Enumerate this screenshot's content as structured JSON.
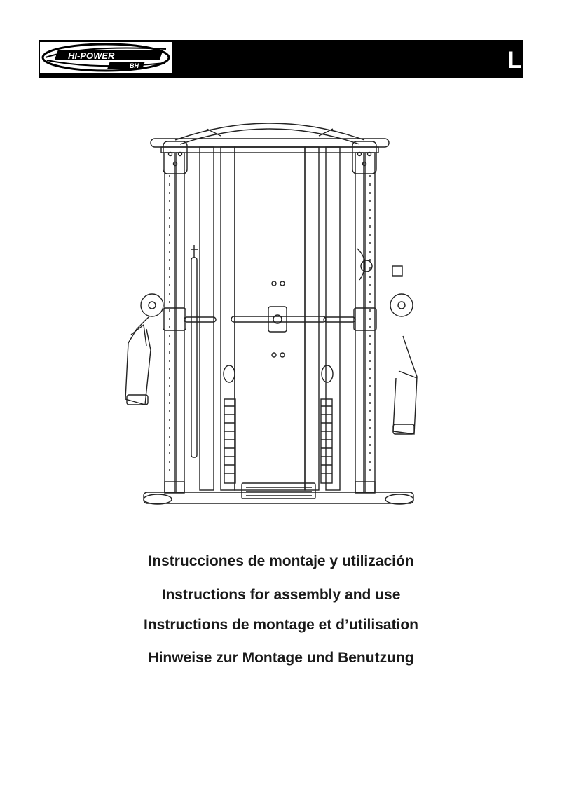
{
  "header": {
    "brand_main": "HI-POWER",
    "brand_sub": "BH",
    "model_code": "L"
  },
  "titles": [
    "Instrucciones de montaje y utilización",
    "Instructions for assembly and use",
    "Instructions de montage et d’utilisation",
    "Hinweise zur Montage und Benutzung"
  ],
  "colors": {
    "header_bg": "#000000",
    "text": "#1a1a1a"
  },
  "icons": {
    "logo": "hipower-bh-logo",
    "illustration": "functional-trainer-machine-drawing"
  }
}
